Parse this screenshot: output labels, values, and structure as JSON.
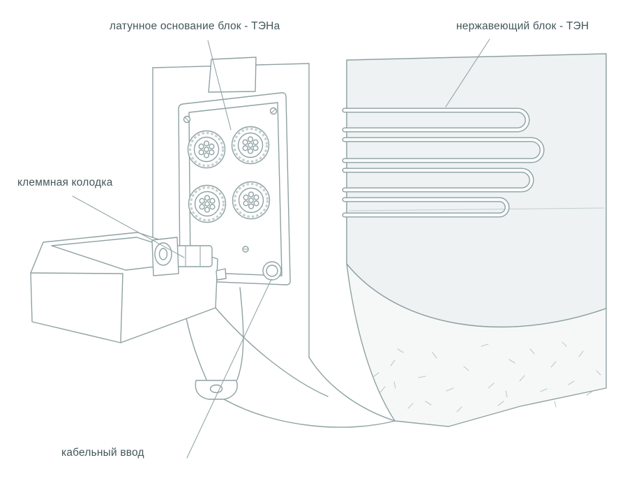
{
  "diagram": {
    "labels": {
      "brass_base": "латунное основание блок - ТЭНа",
      "stainless_block": "нержавеющий блок - ТЭН",
      "terminal_block": "клеммная колодка",
      "cable_entry": "кабельный ввод"
    },
    "colors": {
      "line": "#8fa1a2",
      "soft_line": "#bcc9c9",
      "text": "#44565b",
      "tank_fill": "#eef2f2",
      "band_fill": "#f6f8f8",
      "background": "#ffffff"
    }
  }
}
